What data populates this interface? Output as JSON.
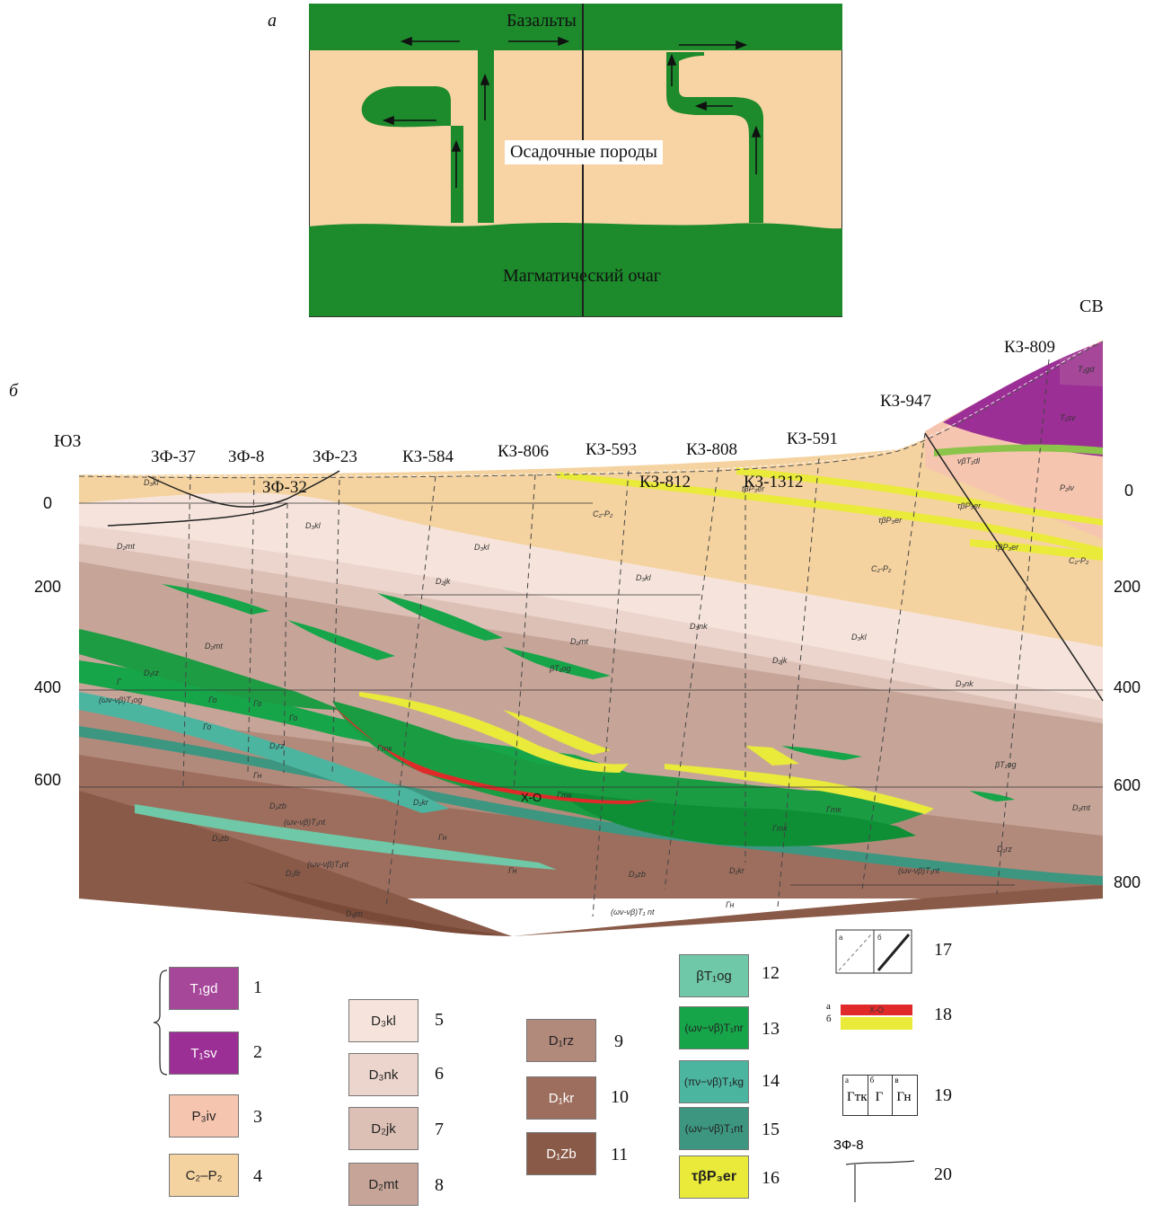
{
  "panel_a": {
    "label": "а",
    "basalts": "Базальты",
    "sedimentary": "Осадочные породы",
    "magma": "Магматический очаг"
  },
  "panel_b": {
    "label": "б",
    "sw": "ЮЗ",
    "ne": "СВ",
    "wells": [
      "ЗФ-37",
      "ЗФ-8",
      "ЗФ-23",
      "ЗФ-32",
      "КЗ-584",
      "КЗ-806",
      "КЗ-593",
      "КЗ-808",
      "КЗ-812",
      "КЗ-591",
      "КЗ-1312",
      "КЗ-947",
      "КЗ-809"
    ],
    "depths_left": [
      "0",
      "200",
      "400",
      "600"
    ],
    "depths_right": [
      "0",
      "200",
      "400",
      "600",
      "800"
    ],
    "unit_labels": [
      "T₁gd",
      "T₁sv",
      "P₃iv",
      "C₂-P₂",
      "D₃kl",
      "D₃nk",
      "D₂jk",
      "D₂mt",
      "D₁rz",
      "D₁kr",
      "D₁zb",
      "βT₁og",
      "(ων-νβ)T₁nt",
      "τβP₃er",
      "νβT₁dl",
      "D₁fir",
      "D₁jm",
      "Х-О",
      "Г",
      "Го",
      "Гтк",
      "Гн"
    ]
  },
  "legend": {
    "items": [
      {
        "num": "1",
        "label": "T₁gd",
        "color": "#a6479a"
      },
      {
        "num": "2",
        "label": "T₁sv",
        "color": "#9b2f95"
      },
      {
        "num": "3",
        "label": "P₃iv",
        "color": "#f6c5b0"
      },
      {
        "num": "4",
        "label": "C₂–P₂",
        "color": "#f5d3a0"
      },
      {
        "num": "5",
        "label": "D₃kl",
        "color": "#f6e4dc"
      },
      {
        "num": "6",
        "label": "D₃nk",
        "color": "#ecd5cc"
      },
      {
        "num": "7",
        "label": "D₂jk",
        "color": "#dcc0b6"
      },
      {
        "num": "8",
        "label": "D₂mt",
        "color": "#c6a598"
      },
      {
        "num": "9",
        "label": "D₁rz",
        "color": "#b28a7c"
      },
      {
        "num": "10",
        "label": "D₁kr",
        "color": "#9d6e5e"
      },
      {
        "num": "11",
        "label": "D₁Zb",
        "color": "#8a5a48"
      },
      {
        "num": "12",
        "label": "βT₁og",
        "color": "#6fc8a7"
      },
      {
        "num": "13",
        "label": "(ων−νβ)T₁nr",
        "color": "#17a54a"
      },
      {
        "num": "14",
        "label": "(πν−νβ)T₁kg",
        "color": "#4bb5a0"
      },
      {
        "num": "15",
        "label": "(ων−νβ)T₁nt",
        "color": "#3d9680"
      },
      {
        "num": "16",
        "label": "τβP₃er",
        "color": "#e9ea3a"
      },
      {
        "num": "17",
        "label": ""
      },
      {
        "num": "18",
        "label": "Х-О"
      },
      {
        "num": "19",
        "label": ""
      },
      {
        "num": "20",
        "label": "ЗФ-8"
      }
    ],
    "sub_a": "а",
    "sub_b": "б",
    "sub_v": "в",
    "g19": [
      "Гтк",
      "Г",
      "Гн"
    ]
  }
}
